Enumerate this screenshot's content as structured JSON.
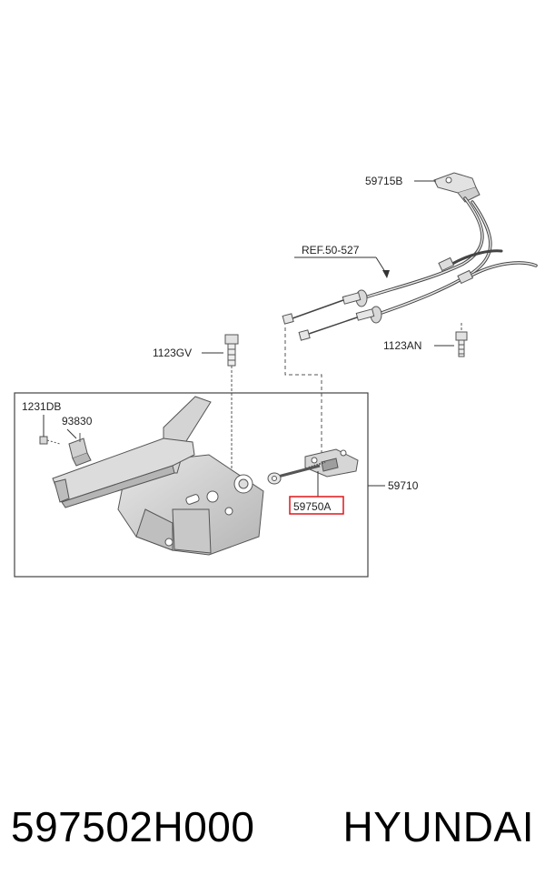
{
  "labels": {
    "l_59715B": "59715B",
    "l_ref": "REF.50-527",
    "l_1123GV": "1123GV",
    "l_1123AN": "1123AN",
    "l_1231DB": "1231DB",
    "l_93830": "93830",
    "l_59710": "59710",
    "l_59750A": "59750A"
  },
  "footer": {
    "part_number": "597502H000",
    "brand": "HYUNDAI"
  },
  "colors": {
    "highlight": "#e0161b",
    "line": "#333333",
    "part_fill": "#d9d9d9",
    "part_shade": "#a9a9a9"
  }
}
